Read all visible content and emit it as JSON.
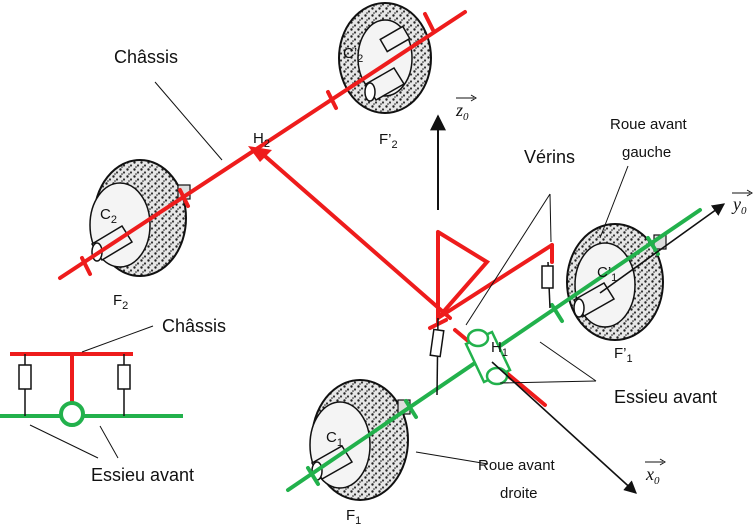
{
  "labels": {
    "chassis_main": "Châssis",
    "chassis_inset": "Châssis",
    "verins": "Vérins",
    "roue_avant_gauche_line1": "Roue avant",
    "roue_avant_gauche_line2": "gauche",
    "roue_avant_droite_line1": "Roue avant",
    "roue_avant_droite_line2": "droite",
    "essieu_avant_main": "Essieu avant",
    "essieu_avant_inset": "Essieu avant"
  },
  "points": {
    "C2p": {
      "base": "C’",
      "sub": "2"
    },
    "F2p": {
      "base": "F’",
      "sub": "2"
    },
    "C2": {
      "base": "C",
      "sub": "2"
    },
    "F2": {
      "base": "F",
      "sub": "2"
    },
    "H2": {
      "base": "H",
      "sub": "2"
    },
    "H1": {
      "base": "H",
      "sub": "1"
    },
    "C1p": {
      "base": "C’",
      "sub": "1"
    },
    "F1p": {
      "base": "F’",
      "sub": "1"
    },
    "C1": {
      "base": "C",
      "sub": "1"
    },
    "F1": {
      "base": "F",
      "sub": "1"
    }
  },
  "axes": {
    "z": {
      "base": "z",
      "sub": "0"
    },
    "y": {
      "base": "y",
      "sub": "0"
    },
    "x": {
      "base": "x",
      "sub": "0"
    }
  },
  "colors": {
    "chassis": "#ee1c1c",
    "axle": "#22b14c",
    "ink": "#111111",
    "tyre_fill": "#d8d8d8",
    "hub_fill": "#f2f2f2"
  }
}
